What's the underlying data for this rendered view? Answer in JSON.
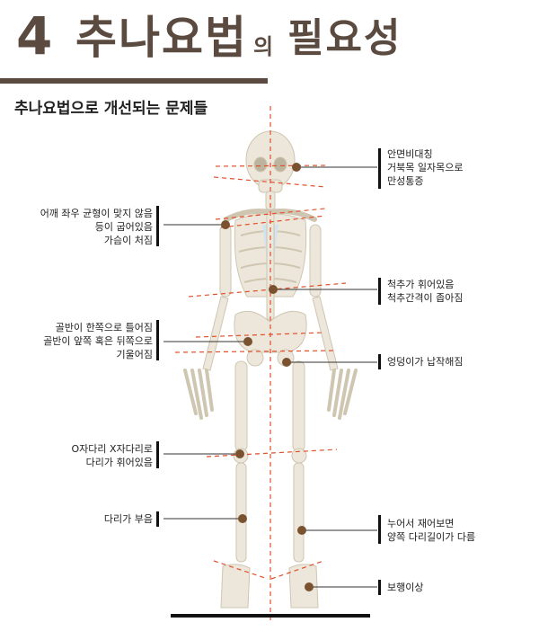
{
  "title": {
    "number": "4",
    "main": "추나요법",
    "particle": "의",
    "tail": "필요성"
  },
  "subtitle": "추나요법으로 개선되는 문제들",
  "labels": {
    "face": [
      "안면비대칭",
      "거북목 일자목으로",
      "만성통증"
    ],
    "shoulder": [
      "어깨 좌우 균형이 맞지 않음",
      "등이 굽어있음",
      "가슴이 처짐"
    ],
    "spine": [
      "척추가 휘어있음",
      "척추간격이 좁아짐"
    ],
    "pelvis": [
      "골반이 한쪽으로 틀어짐",
      "골반이 앞쪽 혹은 뒤쪽으로",
      "기울어짐"
    ],
    "hip": [
      "엉덩이가 납작해짐"
    ],
    "legs": [
      "O자다리 X자다리로",
      "다리가 휘어있음"
    ],
    "swelling": [
      "다리가 부음"
    ],
    "leglength": [
      "누어서 재어보면",
      "양쪽 다리길이가 다름"
    ],
    "gait": [
      "보행이상"
    ]
  },
  "colors": {
    "accent": "#5b4a3f",
    "dot": "#7a5230",
    "guide": "#e0502a",
    "bone": "#ece7da"
  }
}
